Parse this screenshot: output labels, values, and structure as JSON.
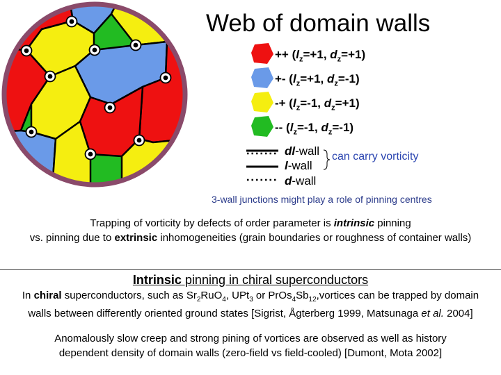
{
  "title": "Web of domain walls",
  "legend": [
    {
      "prefix": "++ (",
      "l_sign": "+1",
      "d_sign": "+1",
      "color": "#ee1111"
    },
    {
      "prefix": "+- (",
      "l_sign": "+1",
      "d_sign": "-1",
      "color": "#6a9ae8"
    },
    {
      "prefix": "-+ (",
      "l_sign": "-1",
      "d_sign": "+1",
      "color": "#f5ee10"
    },
    {
      "prefix": "-- (",
      "l_sign": "-1",
      "d_sign": "-1",
      "color": "#22bb22"
    }
  ],
  "legend_symbols": {
    "l": "l",
    "z": "z",
    "d": "d",
    "eq": "=",
    "sep": ", ",
    "close": ")"
  },
  "walls": {
    "dl": {
      "italic": "dl",
      "suffix": "-wall"
    },
    "l": {
      "italic": "l",
      "suffix": "-wall"
    },
    "d": {
      "italic": "d",
      "suffix": "-wall"
    },
    "carry": "can carry vorticity"
  },
  "junctions": "3-wall junctions might play a role of pinning centres",
  "trapping": {
    "line1_a": "Trapping of vorticity by defects of order parameter is ",
    "line1_b": "intrinsic",
    "line1_c": " pinning",
    "line2_a": "vs. pinning due to ",
    "line2_b": "extrinsic",
    "line2_c": " inhomogeneities (grain boundaries or roughness of container walls)"
  },
  "section": {
    "bold": "Intrinsic",
    "rest": " pinning in chiral superconductors"
  },
  "chiral": {
    "a": "In ",
    "b": "chiral",
    "c": " superconductors, such as Sr",
    "s1": "2",
    "d": "Ru",
    "e": "O",
    "s2": "4",
    "f": ", UPt",
    "s3": "3",
    "g": " or PrOs",
    "s4": "4",
    "h": "Sb",
    "s5": "12",
    "i": ",vortices can be trapped by domain",
    "line2_a": "walls between differently oriented ground states [Sigrist, Ågterberg 1999, Matsunaga ",
    "line2_b": "et al.",
    "line2_c": " 2004]"
  },
  "creep": {
    "line1": "Anomalously slow creep and strong pining of vortices are observed as well as history",
    "line2": "dependent density of domain walls (zero-field vs field-cooled) [Dumont, Mota 2002]"
  },
  "colors": {
    "border": "#8a4a6a",
    "red": "#ee1111",
    "blue": "#6a9ae8",
    "yellow": "#f5ee10",
    "green": "#22bb22",
    "walltext": "#2a44b0"
  }
}
